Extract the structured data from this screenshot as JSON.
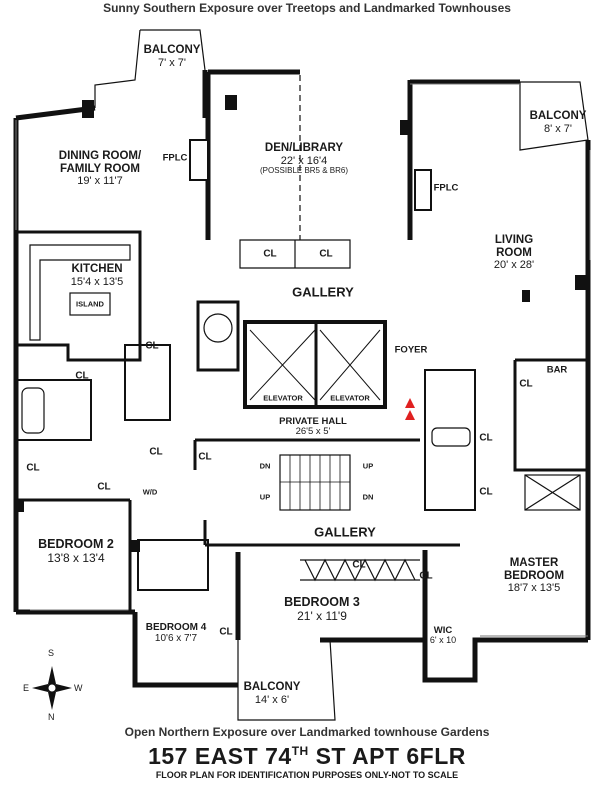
{
  "header": {
    "text": "Sunny Southern Exposure over Treetops and Landmarked Townhouses"
  },
  "footer": {
    "exposure_note": "Open Northern Exposure over Landmarked townhouse Gardens",
    "address_pre": "157 EAST 74",
    "address_sup": "TH",
    "address_post": " ST APT 6FLR",
    "disclaimer": "FLOOR PLAN FOR IDENTIFICATION PURPOSES ONLY-NOT TO SCALE"
  },
  "rooms": {
    "balcony_top": {
      "name": "BALCONY",
      "dims": "7' x 7'"
    },
    "dining": {
      "name1": "DINING ROOM/",
      "name2": "FAMILY ROOM",
      "dims": "19' x 11'7"
    },
    "den": {
      "name": "DEN/LIBRARY",
      "dims": "22' x 16'4",
      "note": "(POSSIBLE BR5 & BR6)"
    },
    "balcony_right": {
      "name": "BALCONY",
      "dims": "8' x 7'"
    },
    "living": {
      "name1": "LIVING",
      "name2": "ROOM",
      "dims": "20' x 28'"
    },
    "kitchen": {
      "name": "KITCHEN",
      "dims": "15'4 x 13'5",
      "island": "ISLAND"
    },
    "private_hall": {
      "name": "PRIVATE HALL",
      "dims": "26'5 x 5'"
    },
    "bedroom2": {
      "name": "BEDROOM 2",
      "dims": "13'8 x 13'4"
    },
    "bedroom3": {
      "name": "BEDROOM 3",
      "dims": "21' x 11'9"
    },
    "bedroom4": {
      "name": "BEDROOM 4",
      "dims": "10'6 x 7'7"
    },
    "master": {
      "name1": "MASTER",
      "name2": "BEDROOM",
      "dims": "18'7 x 13'5"
    },
    "wic": {
      "name": "WIC",
      "dims": "6' x 10"
    },
    "balcony_bottom": {
      "name": "BALCONY",
      "dims": "14' x 6'"
    }
  },
  "labels": {
    "gallery": "GALLERY",
    "fplc": "FPLC",
    "foyer": "FOYER",
    "elevator": "ELEVATOR",
    "bar": "BAR",
    "closet": "CL",
    "wd": "W/D",
    "dn": "DN",
    "up": "UP"
  },
  "compass": {
    "n": "N",
    "s": "S",
    "e": "E",
    "w": "W"
  }
}
